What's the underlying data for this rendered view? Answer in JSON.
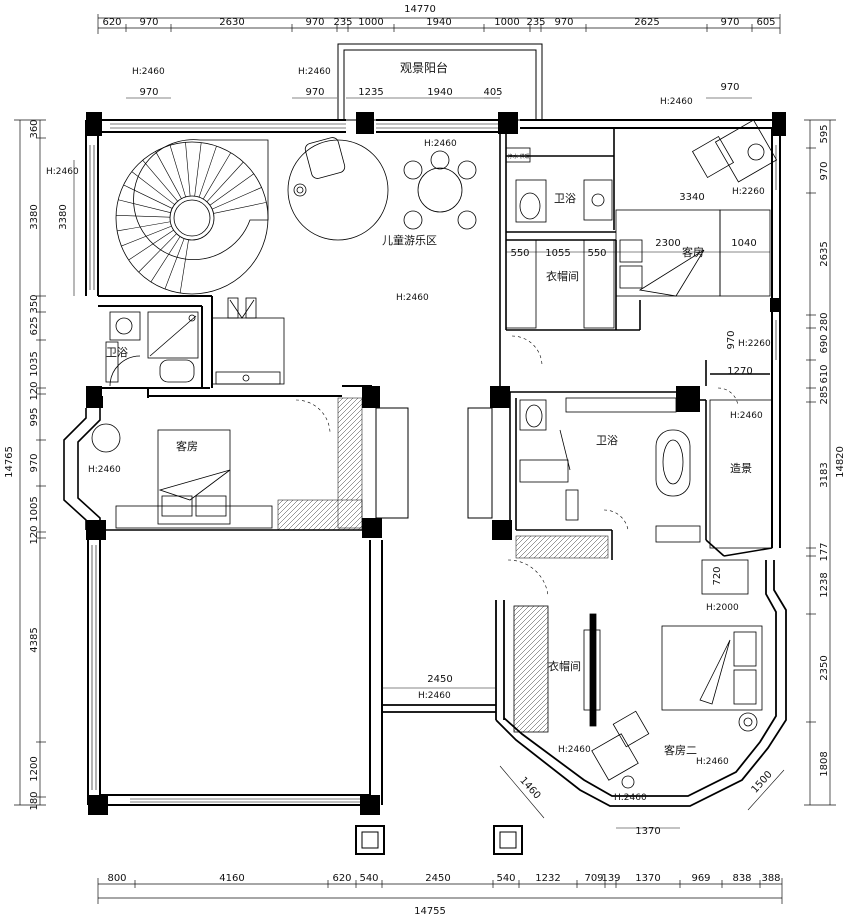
{
  "dimensions": {
    "top_total": "14770",
    "top_segments": [
      "620",
      "970",
      "2630",
      "970",
      "235",
      "1000",
      "1940",
      "1000",
      "235",
      "970",
      "2625",
      "970",
      "605"
    ],
    "bottom_total": "14755",
    "bottom_segments": [
      "800",
      "4160",
      "620",
      "540",
      "2450",
      "540",
      "1232",
      "709",
      "139",
      "1370",
      "969",
      "838",
      "388"
    ],
    "left_total": "14765",
    "left_segments": [
      "360",
      "3380",
      "350",
      "625",
      "1035",
      "120",
      "995",
      "970",
      "1005",
      "120",
      "4385",
      "1200",
      "180"
    ],
    "right_total": "14820",
    "right_segments": [
      "595",
      "970",
      "2635",
      "280",
      "690",
      "610",
      "285",
      "3183",
      "177",
      "1238",
      "2350",
      "1808"
    ],
    "inner": {
      "top_windows_left": [
        "970",
        "970",
        "1235",
        "1940",
        "405"
      ],
      "right_window_970": "970",
      "stair_3380": "3380",
      "wardrobe_row": [
        "550",
        "1055",
        "550"
      ],
      "guest_room_width": "2300",
      "guest_room_1040": "1040",
      "guest_room_3340": "3340",
      "right_1270": "1270",
      "right_970": "970",
      "corridor_2450": "2450",
      "right_720": "720",
      "bay_1460": "1460",
      "bay_1370": "1370",
      "bay_1500": "1500"
    }
  },
  "rooms": {
    "balcony": "观景阳台",
    "kids_play": "儿童游乐区",
    "bath_top": "卫浴",
    "wardrobe_top": "衣帽间",
    "guest_room_top": "客房",
    "bath_left": "卫浴",
    "guest_room_left": "客房",
    "bath_middle": "卫浴",
    "landscape": "造景",
    "wardrobe_bottom": "衣帽间",
    "guest_room_two": "客房二",
    "small_label": "净水·供暖"
  },
  "heights": {
    "h2460": "H:2460",
    "h2260": "H:2260",
    "h2000": "H:2000"
  },
  "colors": {
    "line": "#111111",
    "wall": "#000000",
    "background": "#ffffff"
  }
}
